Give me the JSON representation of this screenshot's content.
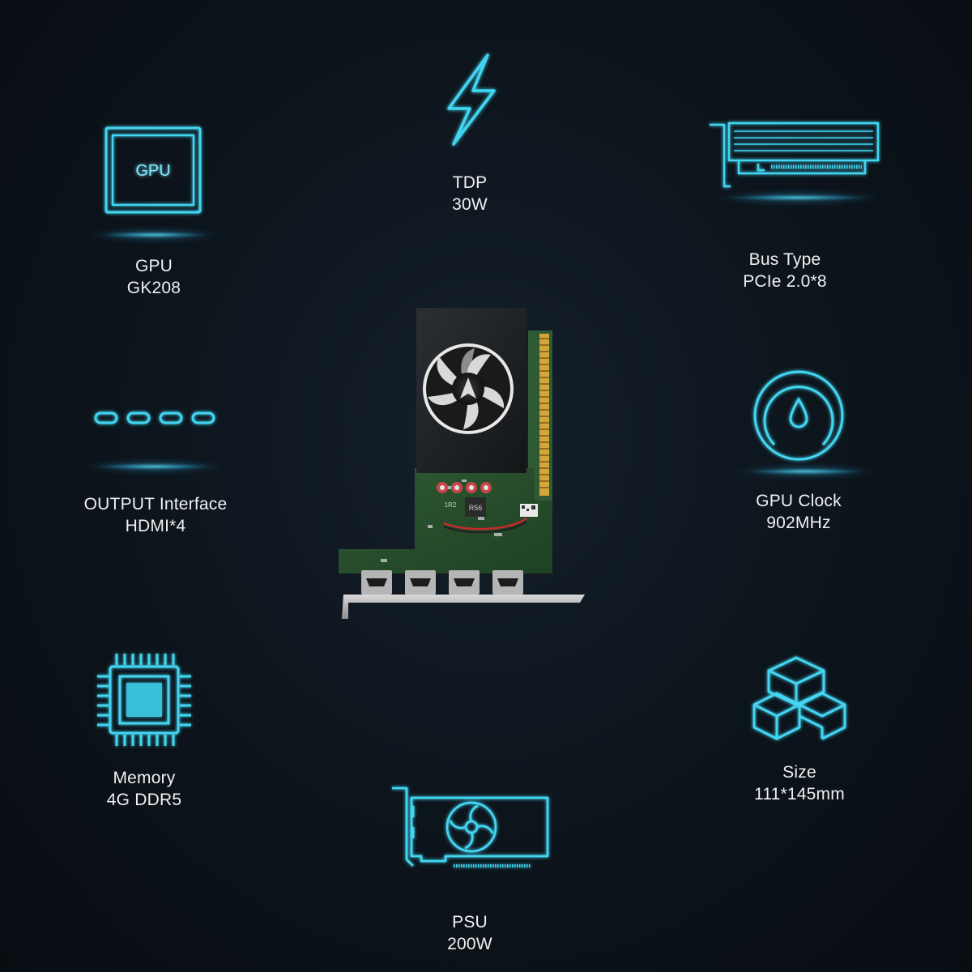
{
  "specs": {
    "tdp": {
      "title": "TDP",
      "value": "30W",
      "icon": "lightning-bolt-icon"
    },
    "gpu": {
      "title": "GPU",
      "value": "GK208",
      "icon": "gpu-chip-icon",
      "icon_text": "GPU"
    },
    "bus": {
      "title": "Bus Type",
      "value": "PCIe 2.0*8",
      "icon": "pcie-card-icon"
    },
    "output": {
      "title": "OUTPUT Interface",
      "value": "HDMI*4",
      "icon": "hdmi-ports-icon"
    },
    "clock": {
      "title": "GPU Clock",
      "value": "902MHz",
      "icon": "speedometer-icon"
    },
    "memory": {
      "title": "Memory",
      "value": "4G DDR5",
      "icon": "memory-chip-icon"
    },
    "size": {
      "title": "Size",
      "value": "111*145mm",
      "icon": "boxes-icon"
    },
    "psu": {
      "title": "PSU",
      "value": "200W",
      "icon": "graphics-card-fan-icon"
    }
  },
  "product": {
    "image": "graphics-card-photo",
    "board_marking": "R56",
    "board_marking_2": "1R2"
  },
  "colors": {
    "accent": "#43d6f2",
    "background": "#0d151d",
    "text": "#f0f0f0"
  }
}
